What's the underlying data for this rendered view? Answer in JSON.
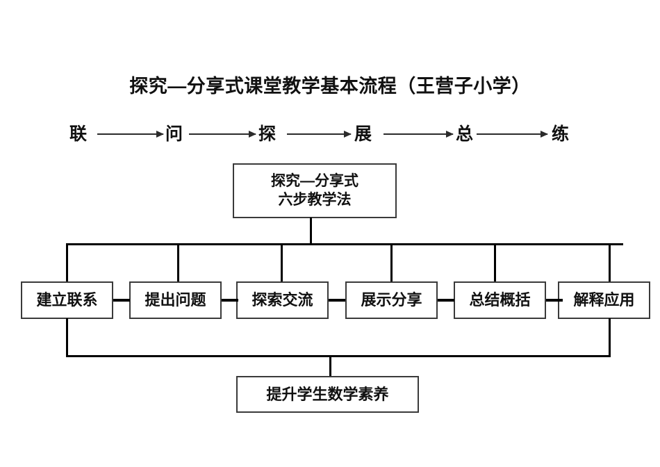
{
  "diagram": {
    "title": "探究—分享式课堂教学基本流程（王营子小学）",
    "flow_sequence": {
      "steps": [
        "联",
        "问",
        "探",
        "展",
        "总",
        "练"
      ],
      "arrow_count": 5
    },
    "center_node": {
      "line1": "探究—分享式",
      "line2": "六步教学法",
      "text": "探究—分享式\n六步教学法"
    },
    "steps": [
      {
        "label": "建立联系"
      },
      {
        "label": "提出问题"
      },
      {
        "label": "探索交流"
      },
      {
        "label": "展示分享"
      },
      {
        "label": "总结概括"
      },
      {
        "label": "解释应用"
      }
    ],
    "outcome_node": {
      "label": "提升学生数学素养"
    },
    "colors": {
      "background": "#ffffff",
      "line": "#000000",
      "box_border": "#3a3a3a",
      "text": "#111111",
      "arrow": "#2b2b2b"
    }
  }
}
